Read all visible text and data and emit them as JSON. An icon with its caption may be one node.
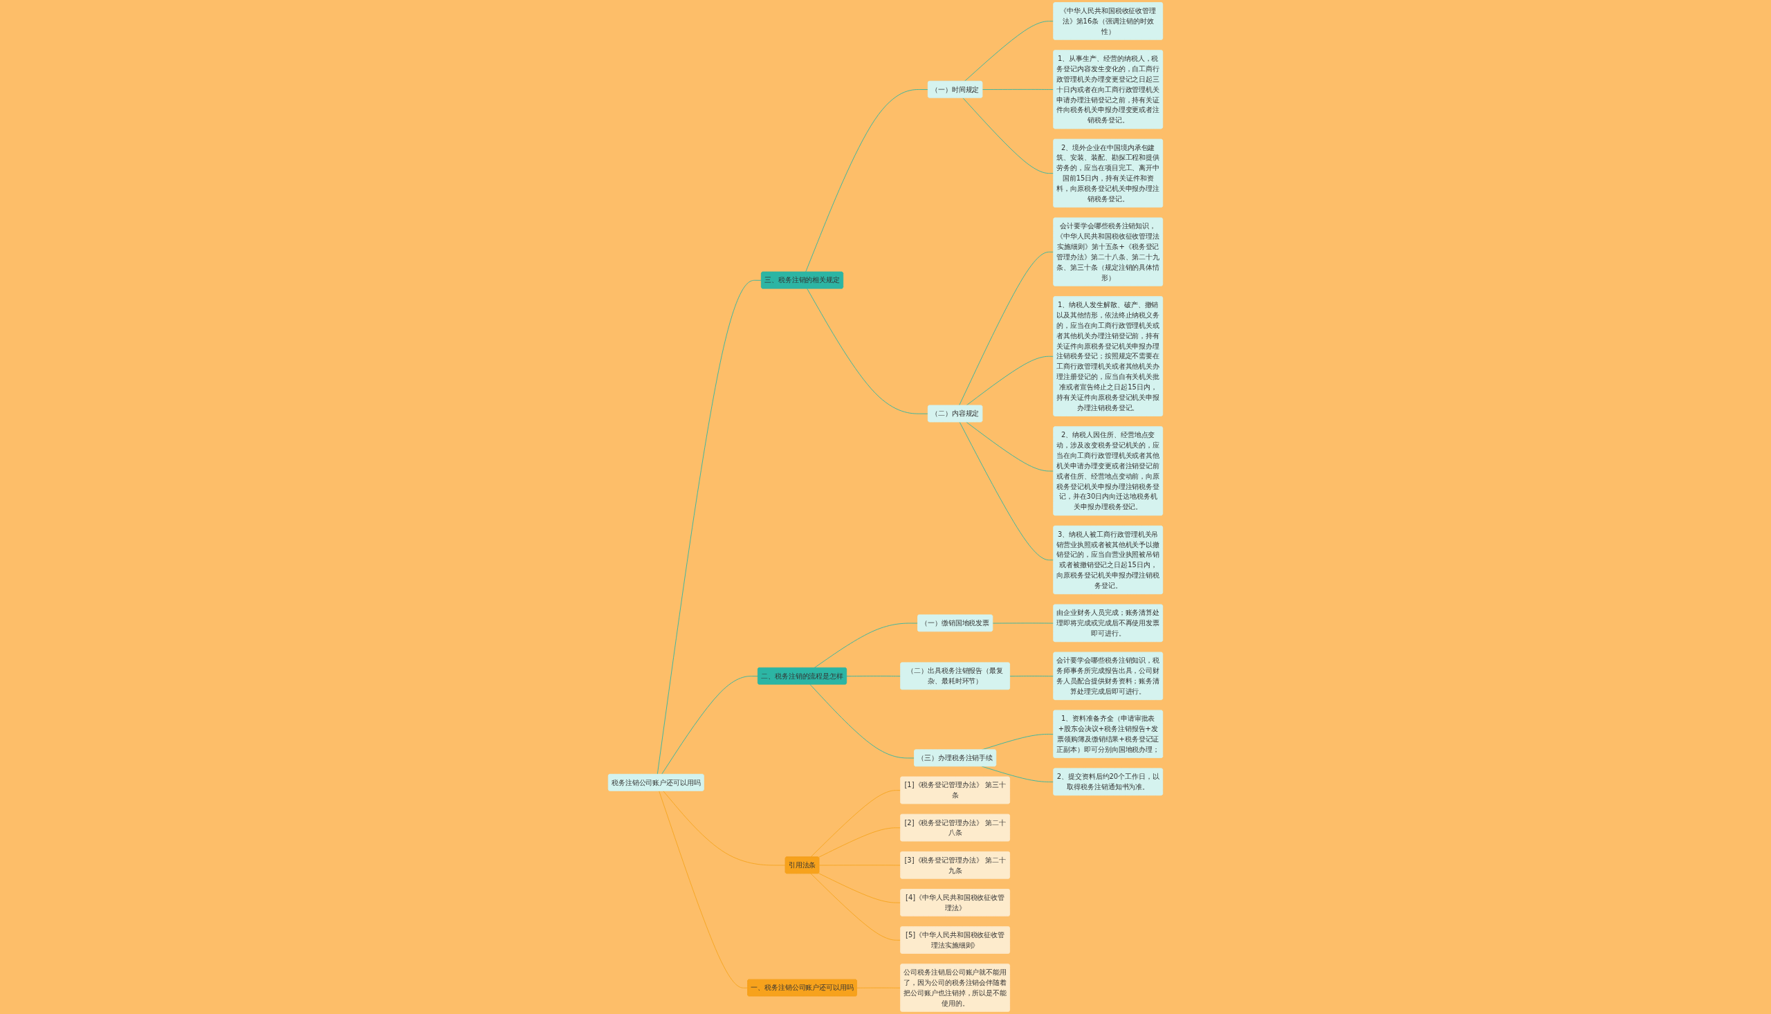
{
  "diagram": {
    "nodes": [
      {
        "text": [
          "税务注销公司账户还可以用吗"
        ]
      },
      {
        "text": [
          "一、税务注销公司账户还可以用吗"
        ]
      },
      {
        "text": [
          "公司税务注销后公司账户就不能用了，因为公司的税务注销会伴随着把公司账户也注销掉，所以是不能使用的。"
        ]
      },
      {
        "text": [
          "三、税务注销的相关规定"
        ]
      },
      {
        "text": [
          "（一）时间规定"
        ]
      },
      {
        "text": [
          "《中华人民共和国税收征收管理法》第16条（强调注销的时效性）"
        ]
      },
      {
        "text": [
          "1、从事生产、经营的纳税人，税务登记内容发生变化的，自工商行政管理机关办理变更登记之日起三十日内或者在向工商行政管理机关申请办理注销登记之前，持有关证件向税务机关申报办理变更或者注销税务登记。"
        ]
      },
      {
        "text": [
          "2、境外企业在中国境内承包建筑、安装、装配、勘探工程和提供劳务的，应当在项目完工、离开中国前15日内，持有关证件和资料，向原税务登记机关申报办理注销税务登记。"
        ]
      },
      {
        "text": [
          "（二）内容规定"
        ]
      },
      {
        "text": [
          "会计要学会哪些税务注销知识，《中华人民共和国税收征收管理法实施细则》第十五条+《税务登记管理办法》第二十八条、第二十九条、第三十条（规定注销的具体情形）"
        ]
      },
      {
        "text": [
          "1、纳税人发生解散、破产、撤销以及其他情形，依法终止纳税义务的，应当在向工商行政管理机关或者其他机关办理注销登记前，持有关证件向原税务登记机关申报办理注销税务登记；按照规定不需要在工商行政管理机关或者其他机关办理注册登记的，应当自有关机关批准或者宣告终止之日起15日内，持有关证件向原税务登记机关申报办理注销税务登记。"
        ]
      },
      {
        "text": [
          "2、纳税人因住所、经营地点变动，涉及改变税务登记机关的，应当在向工商行政管理机关或者其他机关申请办理变更或者注销登记前或者住所、经营地点变动前，向原税务登记机关申报办理注销税务登记，并在30日内向迁达地税务机关申报办理税务登记。"
        ]
      },
      {
        "text": [
          "3、纳税人被工商行政管理机关吊销营业执照或者被其他机关予以撤销登记的，应当自营业执照被吊销或者被撤销登记之日起15日内，向原税务登记机关申报办理注销税务登记。"
        ]
      },
      {
        "text": [
          "二、税务注销的流程是怎样"
        ]
      },
      {
        "text": [
          "（一）缴销国地税发票"
        ]
      },
      {
        "text": [
          "由企业财务人员完成；账务清算处理即将完成或完成后不再使用发票即可进行。"
        ]
      },
      {
        "text": [
          "（二）出具税务注销报告（最复杂、最耗时环节）"
        ]
      },
      {
        "text": [
          "会计要学会哪些税务注销知识，税务师事务所完成报告出具，公司财务人员配合提供财务资料；账务清算处理完成后即可进行。"
        ]
      },
      {
        "text": [
          "（三）办理税务注销手续"
        ]
      },
      {
        "text": [
          "1、资料准备齐全（申请审批表+股东会决议+税务注销报告+发票领购簿及缴销结果+税务登记证正副本）即可分别向国地税办理；"
        ]
      },
      {
        "text": [
          "2、提交资料后约20个工作日，以取得税务注销通知书为准。"
        ]
      },
      {
        "text": [
          "引用法条"
        ]
      },
      {
        "text": [
          "[1]《税务登记管理办法》 第三十条"
        ]
      },
      {
        "text": [
          "[2]《税务登记管理办法》 第二十八条"
        ]
      },
      {
        "text": [
          "[3]《税务登记管理办法》 第二十九条"
        ]
      },
      {
        "text": [
          "[4]《中华人民共和国税收征收管理法》"
        ]
      },
      {
        "text": [
          "[5]《中华人民共和国税收征收管理法实施细则》"
        ]
      }
    ],
    "edges": [
      {
        "from": 0,
        "to": 1,
        "arrow": "none",
        "color": "#f5a41e"
      },
      {
        "from": 1,
        "to": 2,
        "arrow": "none",
        "color": "#f5a41e"
      },
      {
        "from": 0,
        "to": 3,
        "arrow": "none"
      },
      {
        "from": 3,
        "to": 4,
        "arrow": "none"
      },
      {
        "from": 4,
        "to": 5,
        "arrow": "none"
      },
      {
        "from": 4,
        "to": 6,
        "arrow": "none"
      },
      {
        "from": 4,
        "to": 7,
        "arrow": "none"
      },
      {
        "from": 3,
        "to": 8,
        "arrow": "none"
      },
      {
        "from": 8,
        "to": 9,
        "arrow": "none"
      },
      {
        "from": 8,
        "to": 10,
        "arrow": "none"
      },
      {
        "from": 8,
        "to": 11,
        "arrow": "none"
      },
      {
        "from": 8,
        "to": 12,
        "arrow": "none"
      },
      {
        "from": 0,
        "to": 13,
        "arrow": "none"
      },
      {
        "from": 13,
        "to": 14,
        "arrow": "none"
      },
      {
        "from": 14,
        "to": 15,
        "arrow": "none"
      },
      {
        "from": 13,
        "to": 16,
        "arrow": "none"
      },
      {
        "from": 16,
        "to": 17,
        "arrow": "none"
      },
      {
        "from": 13,
        "to": 18,
        "arrow": "none"
      },
      {
        "from": 18,
        "to": 19,
        "arrow": "none"
      },
      {
        "from": 18,
        "to": 20,
        "arrow": "none"
      },
      {
        "from": 0,
        "to": 21,
        "arrow": "none",
        "color": "#f5a41e"
      },
      {
        "from": 21,
        "to": 22,
        "arrow": "none",
        "color": "#f5a41e"
      },
      {
        "from": 21,
        "to": 23,
        "arrow": "none",
        "color": "#f5a41e"
      },
      {
        "from": 21,
        "to": 24,
        "arrow": "none",
        "color": "#f5a41e"
      },
      {
        "from": 21,
        "to": 25,
        "arrow": "none",
        "color": "#f5a41e"
      },
      {
        "from": 21,
        "to": 26,
        "arrow": "none",
        "color": "#f5a41e"
      }
    ]
  }
}
